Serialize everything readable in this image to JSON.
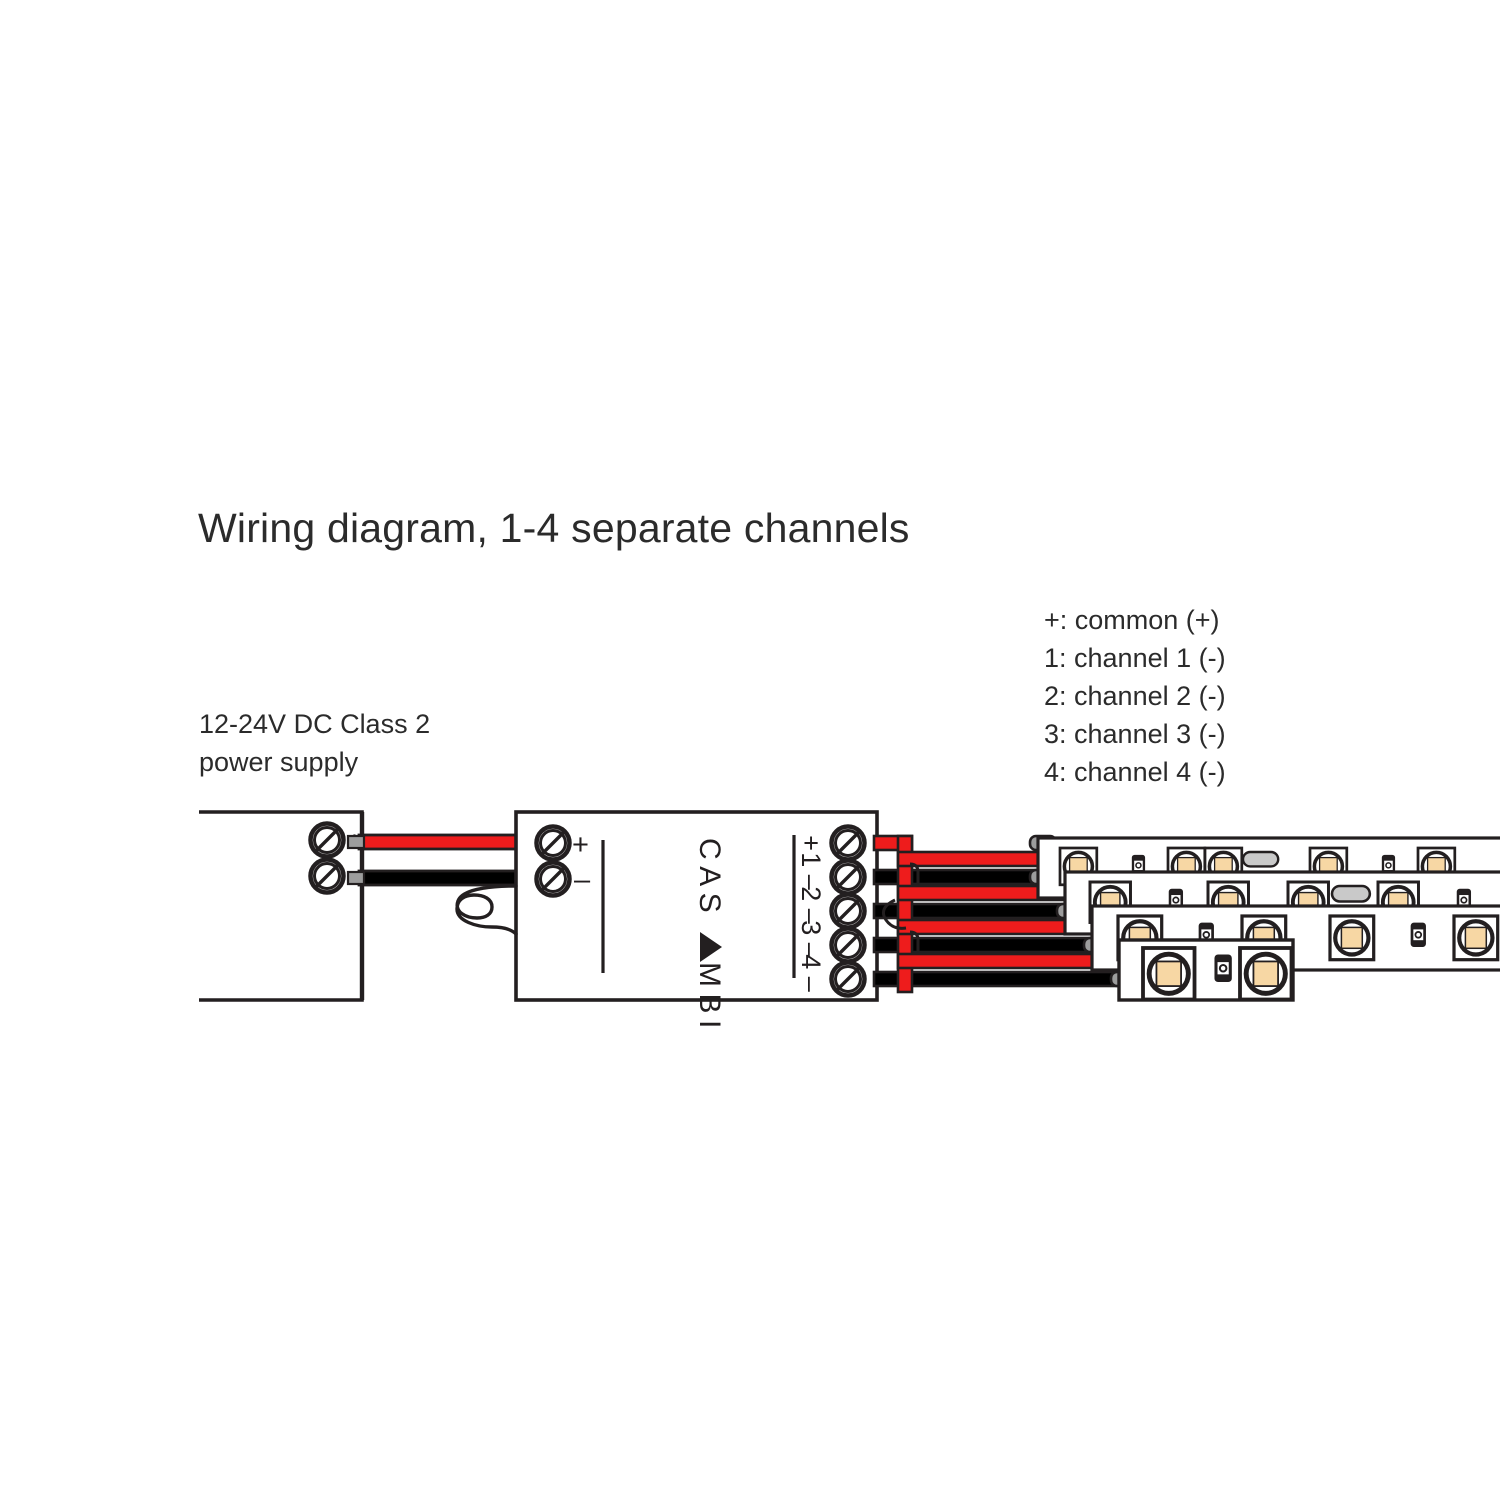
{
  "page": {
    "title": "Wiring diagram, 1-4 separate channels",
    "background": "#ffffff"
  },
  "power_supply": {
    "label_line1": "12-24V DC Class 2",
    "label_line2": "power supply",
    "terminals": [
      {
        "name": "plus",
        "label": "+"
      },
      {
        "name": "minus",
        "label": "–"
      }
    ]
  },
  "controller": {
    "brand": "CASAMBI",
    "brand_letters": [
      "C",
      "A",
      "S",
      "A",
      "M",
      "B",
      "I"
    ],
    "input_terminals": [
      {
        "name": "input-plus",
        "label": "+"
      },
      {
        "name": "input-minus",
        "label": "–"
      }
    ],
    "output_terminals": [
      {
        "name": "output-common",
        "label": "+"
      },
      {
        "name": "output-ch1",
        "label": "1",
        "sign": "–"
      },
      {
        "name": "output-ch2",
        "label": "2",
        "sign": "–"
      },
      {
        "name": "output-ch3",
        "label": "3",
        "sign": "–"
      },
      {
        "name": "output-ch4",
        "label": "4",
        "sign": "–"
      }
    ],
    "antenna": "bluetooth-meander-antenna"
  },
  "legend": {
    "items": [
      "+: common (+)",
      "1: channel 1 (-)",
      "2: channel 2 (-)",
      "3: channel 3 (-)",
      "4: channel 4 (-)"
    ]
  },
  "led_strips": [
    {
      "name": "led-strip-1",
      "channel": "1"
    },
    {
      "name": "led-strip-2",
      "channel": "2"
    },
    {
      "name": "led-strip-3",
      "channel": "3"
    },
    {
      "name": "led-strip-4",
      "channel": "4"
    }
  ],
  "colors": {
    "wire_positive": "#ee1c1c",
    "wire_negative": "#000000",
    "outline": "#231f20",
    "led_chip": "#f7d7a4",
    "ferrule": "#9a9a9a",
    "resistor": "#2b2b2b",
    "text": "#2b2b2b"
  }
}
